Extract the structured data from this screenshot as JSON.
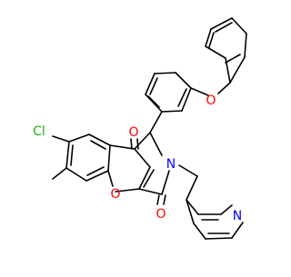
{
  "molecule": {
    "atoms": {
      "cl": {
        "symbol": "Cl",
        "color": "#1fae1f"
      },
      "o_ketone": {
        "symbol": "O",
        "color": "#ff0000"
      },
      "o_ether": {
        "symbol": "O",
        "color": "#ff0000"
      },
      "o_ring": {
        "symbol": "O",
        "color": "#ff0000"
      },
      "o_lactam": {
        "symbol": "O",
        "color": "#ff0000"
      },
      "n_lactam": {
        "symbol": "N",
        "color": "#0000ff"
      },
      "n_pyridine": {
        "symbol": "N",
        "color": "#0000ff"
      }
    },
    "bond_color": "#000000",
    "background": "#ffffff"
  }
}
